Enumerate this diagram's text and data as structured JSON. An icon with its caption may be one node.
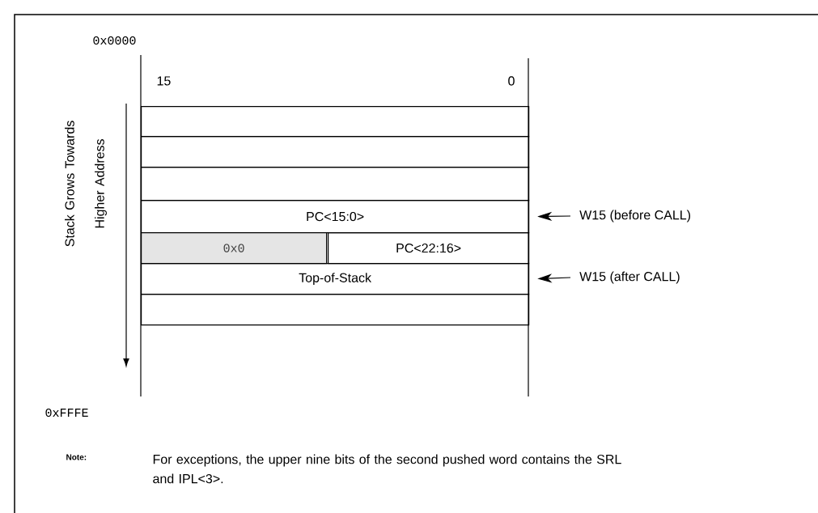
{
  "diagram": {
    "nodes": [
      {
        "text": [],
        "shape": "box"
      },
      {
        "text": [],
        "shape": "box"
      },
      {
        "text": [],
        "shape": "box"
      },
      {
        "text": [
          "PC<15:0>"
        ]
      },
      {
        "text": [
          "0x0"
        ]
      },
      {
        "text": [
          "PC<22:16>"
        ]
      },
      {
        "text": [
          "Top-of-Stack"
        ]
      },
      {
        "text": [],
        "shape": "box"
      },
      {
        "text": [
          "W15 (before CALL)"
        ]
      },
      {
        "text": [
          "W15 (after CALL)"
        ]
      }
    ],
    "edges": [
      {
        "from": 8,
        "to": 3,
        "arrow": "to"
      },
      {
        "from": 9,
        "to": 6,
        "arrow": "to"
      }
    ],
    "labels": [
      "0x0000",
      "15",
      "0",
      "Stack Grows Towards Higher Address",
      "0xFFFE",
      "Note:",
      "For exceptions, the upper nine bits of the second pushed word contains the SRL and IPL<3>."
    ]
  }
}
